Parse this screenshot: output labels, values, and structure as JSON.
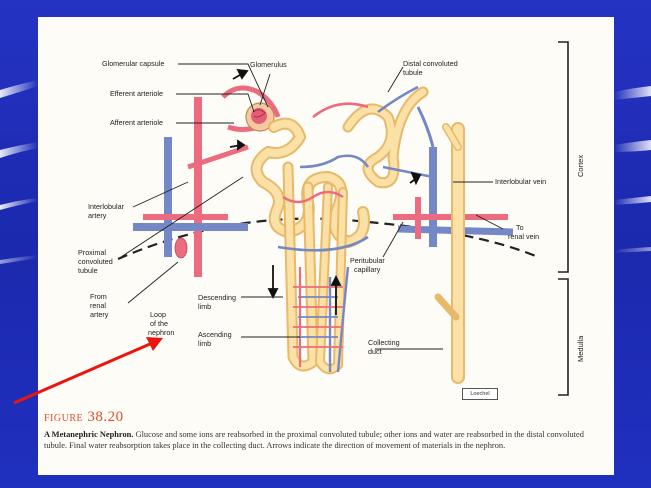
{
  "diagram": {
    "labels": {
      "glomerular_capsule": "Glomerular capsule",
      "glomerulus": "Glomerulus",
      "efferent_arteriole": "Efferent arteriole",
      "afferent_arteriole": "Afferent arteriole",
      "distal_tubule_1": "Distal convoluted",
      "distal_tubule_2": "tubule",
      "interlobular_artery_1": "Interlobular",
      "interlobular_artery_2": "artery",
      "interlobular_vein": "Interlobular vein",
      "proximal_1": "Proximal",
      "proximal_2": "convoluted",
      "proximal_3": "tubule",
      "renal_vein_1": "To",
      "renal_vein_2": "renal vein",
      "peritubular_1": "Peritubular",
      "peritubular_2": "capillary",
      "renal_artery_1": "From",
      "renal_artery_2": "renal",
      "renal_artery_3": "artery",
      "loop_1": "Loop",
      "loop_2": "of the",
      "loop_3": "nephron",
      "descending_1": "Descending",
      "descending_2": "limb",
      "ascending_1": "Ascending",
      "ascending_2": "limb",
      "collecting_1": "Collecting",
      "collecting_2": "duct",
      "cortex": "Cortex",
      "medulla": "Medulla"
    },
    "credit": "Loechel",
    "colors": {
      "artery": "#ec6b7e",
      "vein": "#7487c6",
      "tubule": "#fbd98c",
      "pointer_arrow": "#e8160f",
      "background": "#1f2fb8"
    }
  },
  "figure": {
    "number_prefix": "Figure",
    "number": "38.20",
    "caption_title": "A Metanephric Nephron.",
    "caption_text": "Glucose and some ions are reabsorbed in the proximal convoluted tubule; other ions and water are reabsorbed in the distal convoluted tubule. Final water reabsorption takes place in the collecting duct. Arrows indicate the direction of movement of materials in the nephron."
  }
}
